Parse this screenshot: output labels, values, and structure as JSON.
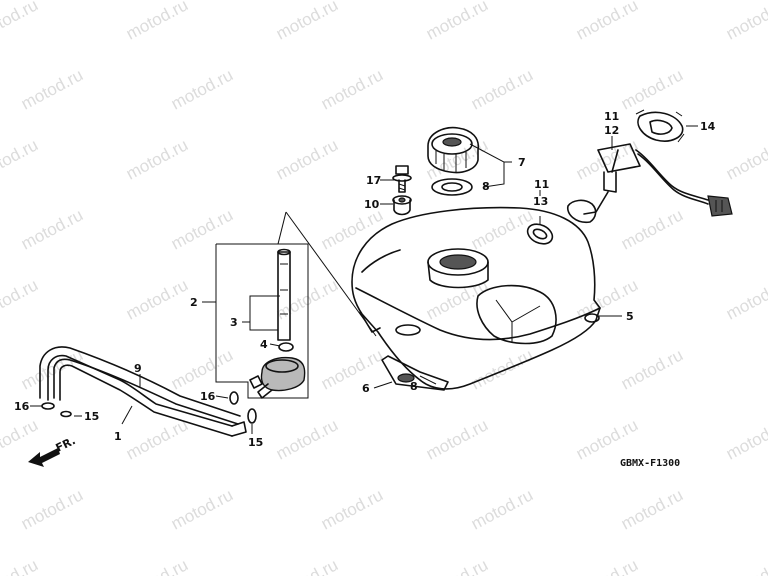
{
  "watermark": "motod.ru",
  "diagram_code": "GBMX-F1300",
  "front_arrow_label": "FR.",
  "callouts": {
    "c1": "1",
    "c2": "2",
    "c3": "3",
    "c4": "4",
    "c5": "5",
    "c6": "6",
    "c7": "7",
    "c8a": "8",
    "c8b": "8",
    "c9": "9",
    "c10": "10",
    "c11a": "11",
    "c11b": "11",
    "c12": "12",
    "c13": "13",
    "c14": "14",
    "c15a": "15",
    "c15b": "15",
    "c16a": "16",
    "c16b": "16",
    "c17": "17"
  }
}
